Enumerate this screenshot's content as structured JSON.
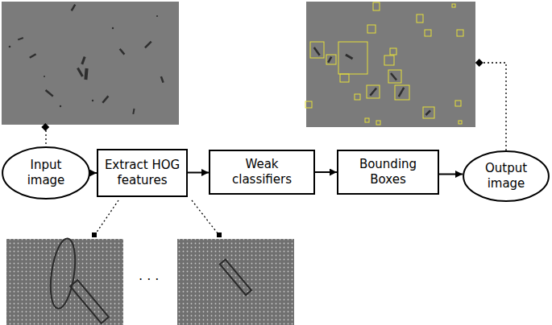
{
  "diagram": {
    "nodes": [
      {
        "text": [
          "Input image"
        ]
      },
      {
        "text": [
          "Extract HOG features"
        ]
      },
      {
        "text": [
          "Weak classifiers"
        ]
      },
      {
        "text": [
          "Bounding Boxes"
        ]
      },
      {
        "text": [
          "Output image"
        ]
      }
    ],
    "edges": [
      {
        "from": 0,
        "to": 1,
        "arrow": "to"
      },
      {
        "from": 1,
        "to": 2,
        "arrow": "to"
      },
      {
        "from": 2,
        "to": 3,
        "arrow": "to"
      },
      {
        "from": 3,
        "to": 4,
        "arrow": "to"
      }
    ],
    "labels": [
      "· · ·"
    ]
  }
}
